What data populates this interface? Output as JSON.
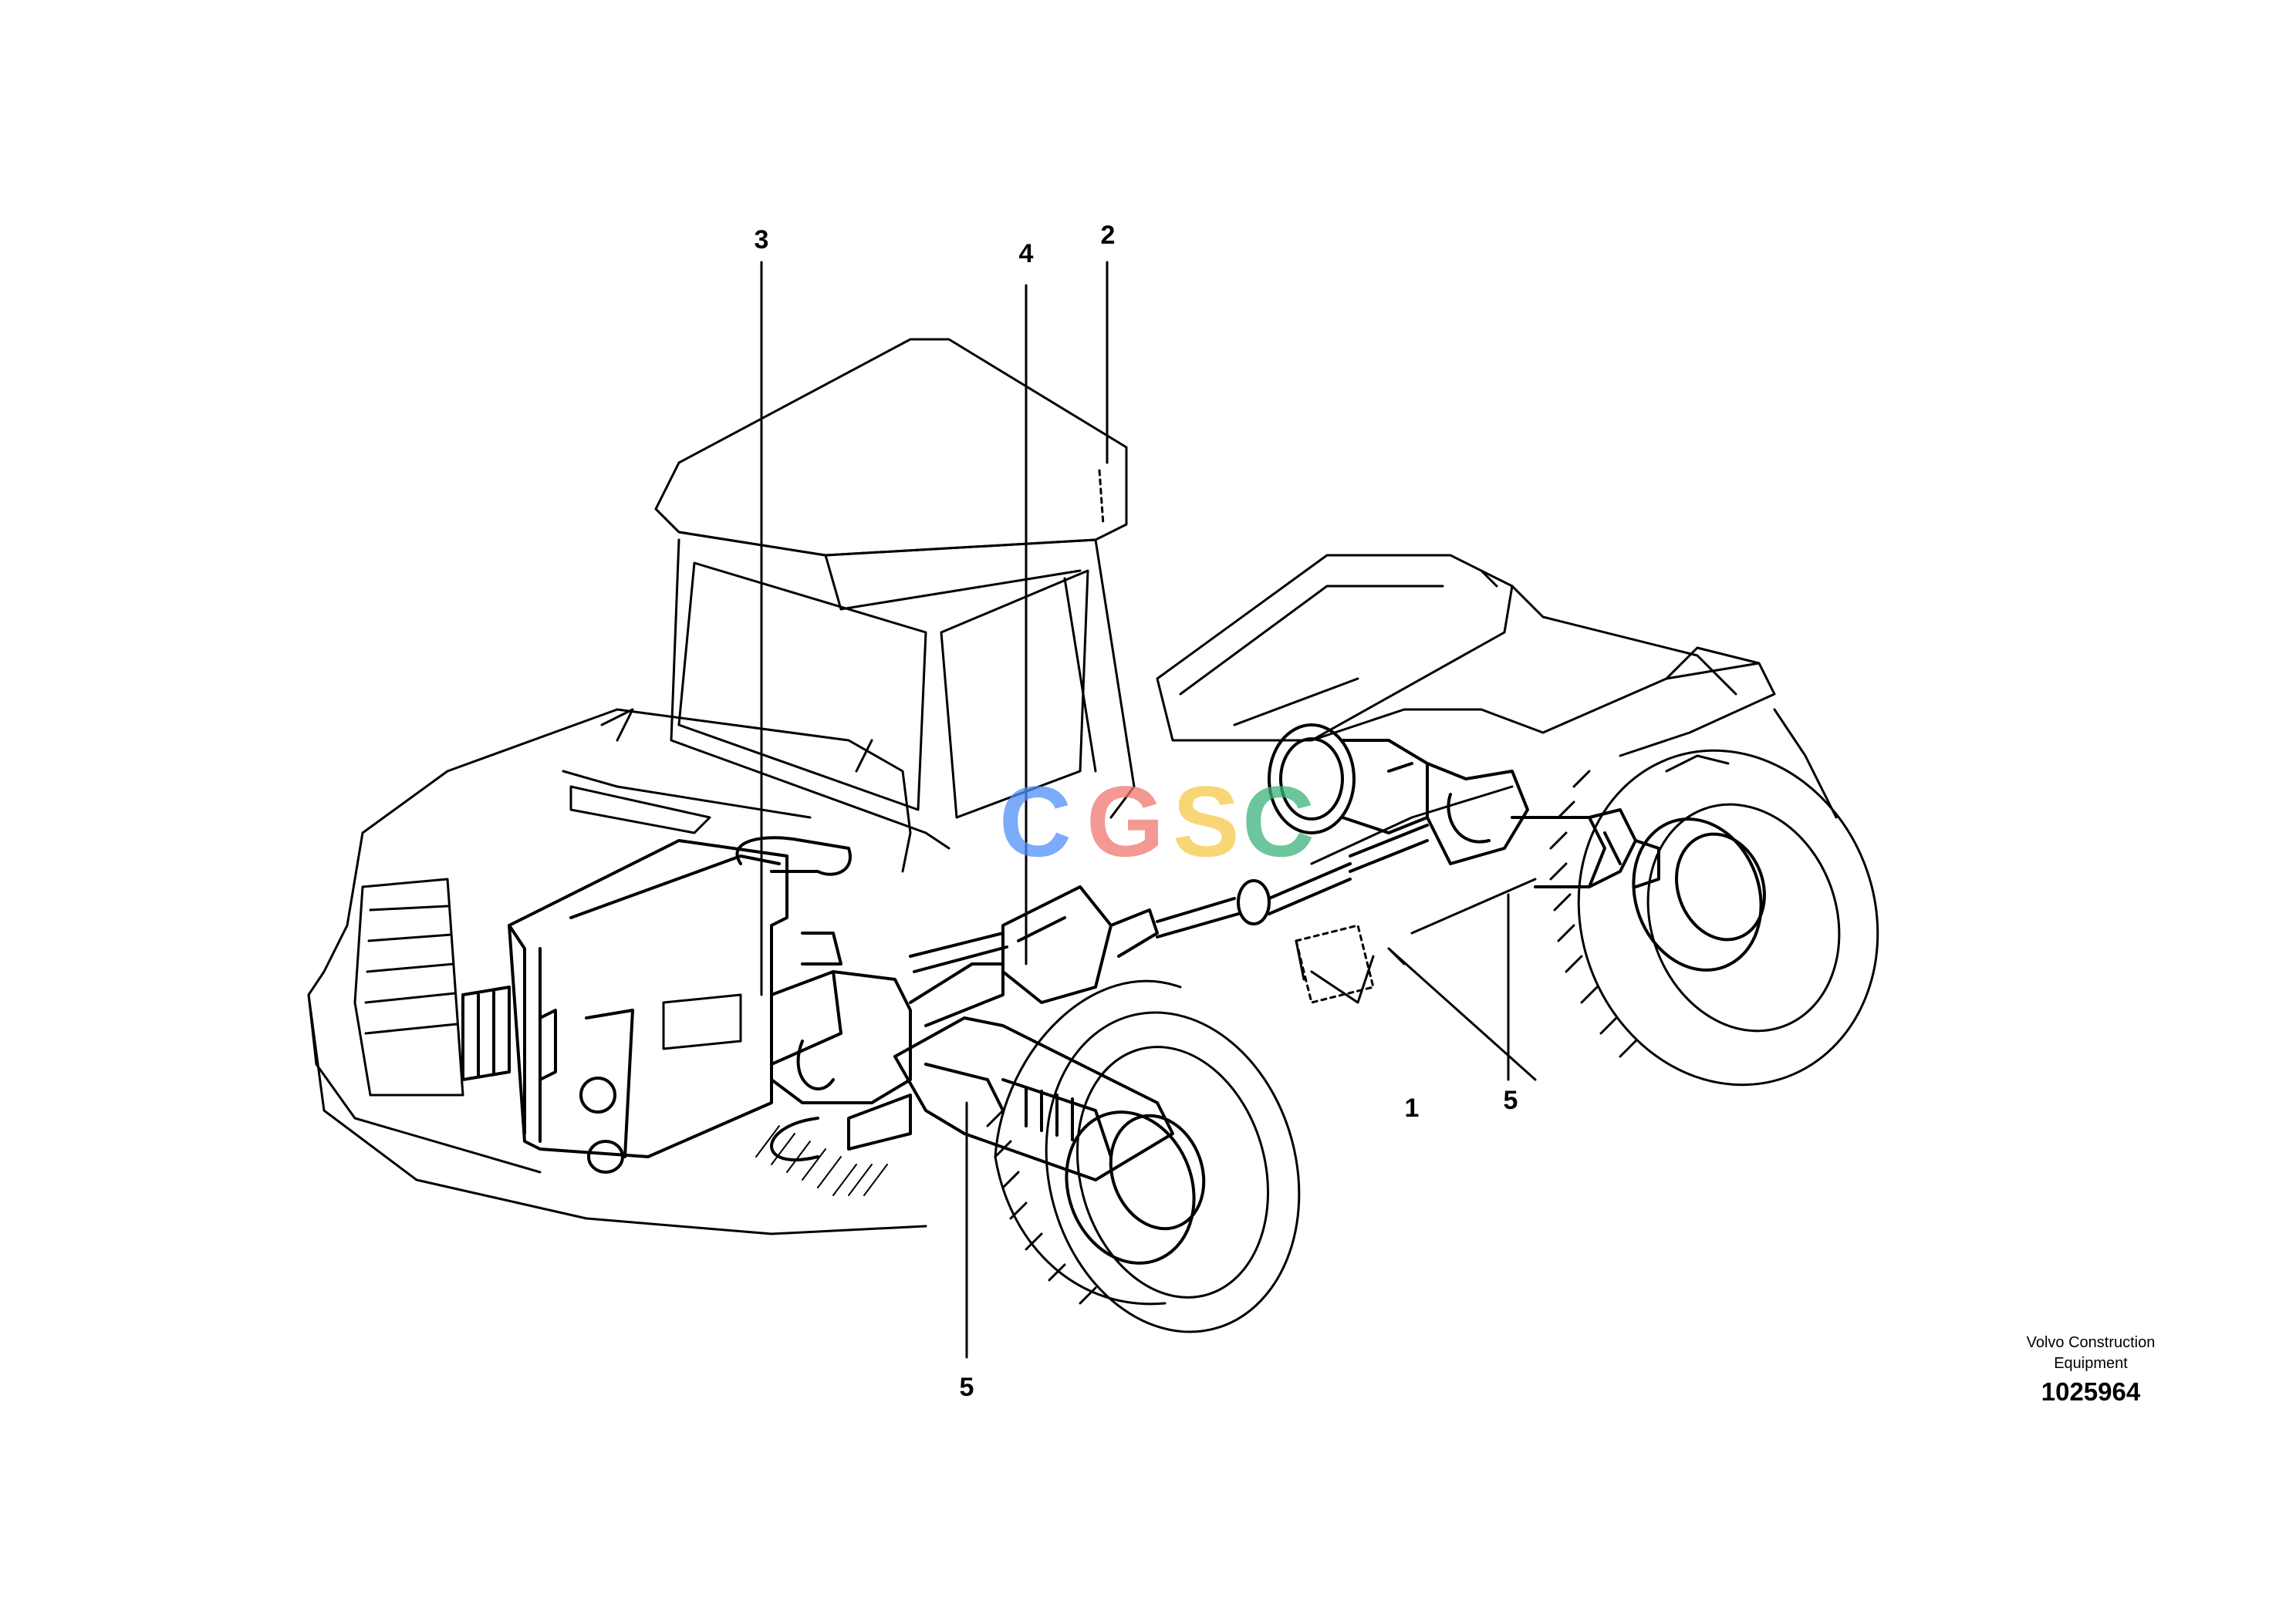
{
  "callouts": {
    "c1": "1",
    "c2": "2",
    "c3": "3",
    "c4": "4",
    "c5a": "5",
    "c5b": "5"
  },
  "credit": {
    "line1": "Volvo Construction",
    "line2": "Equipment",
    "drawing_number": "1025964"
  },
  "watermark": {
    "letters": [
      "C",
      "G",
      "S",
      "C"
    ],
    "colors": [
      "#4f8ff7",
      "#f0766e",
      "#f7c948",
      "#3db37a"
    ]
  },
  "colors": {
    "line": "#000000",
    "background": "#ffffff"
  }
}
